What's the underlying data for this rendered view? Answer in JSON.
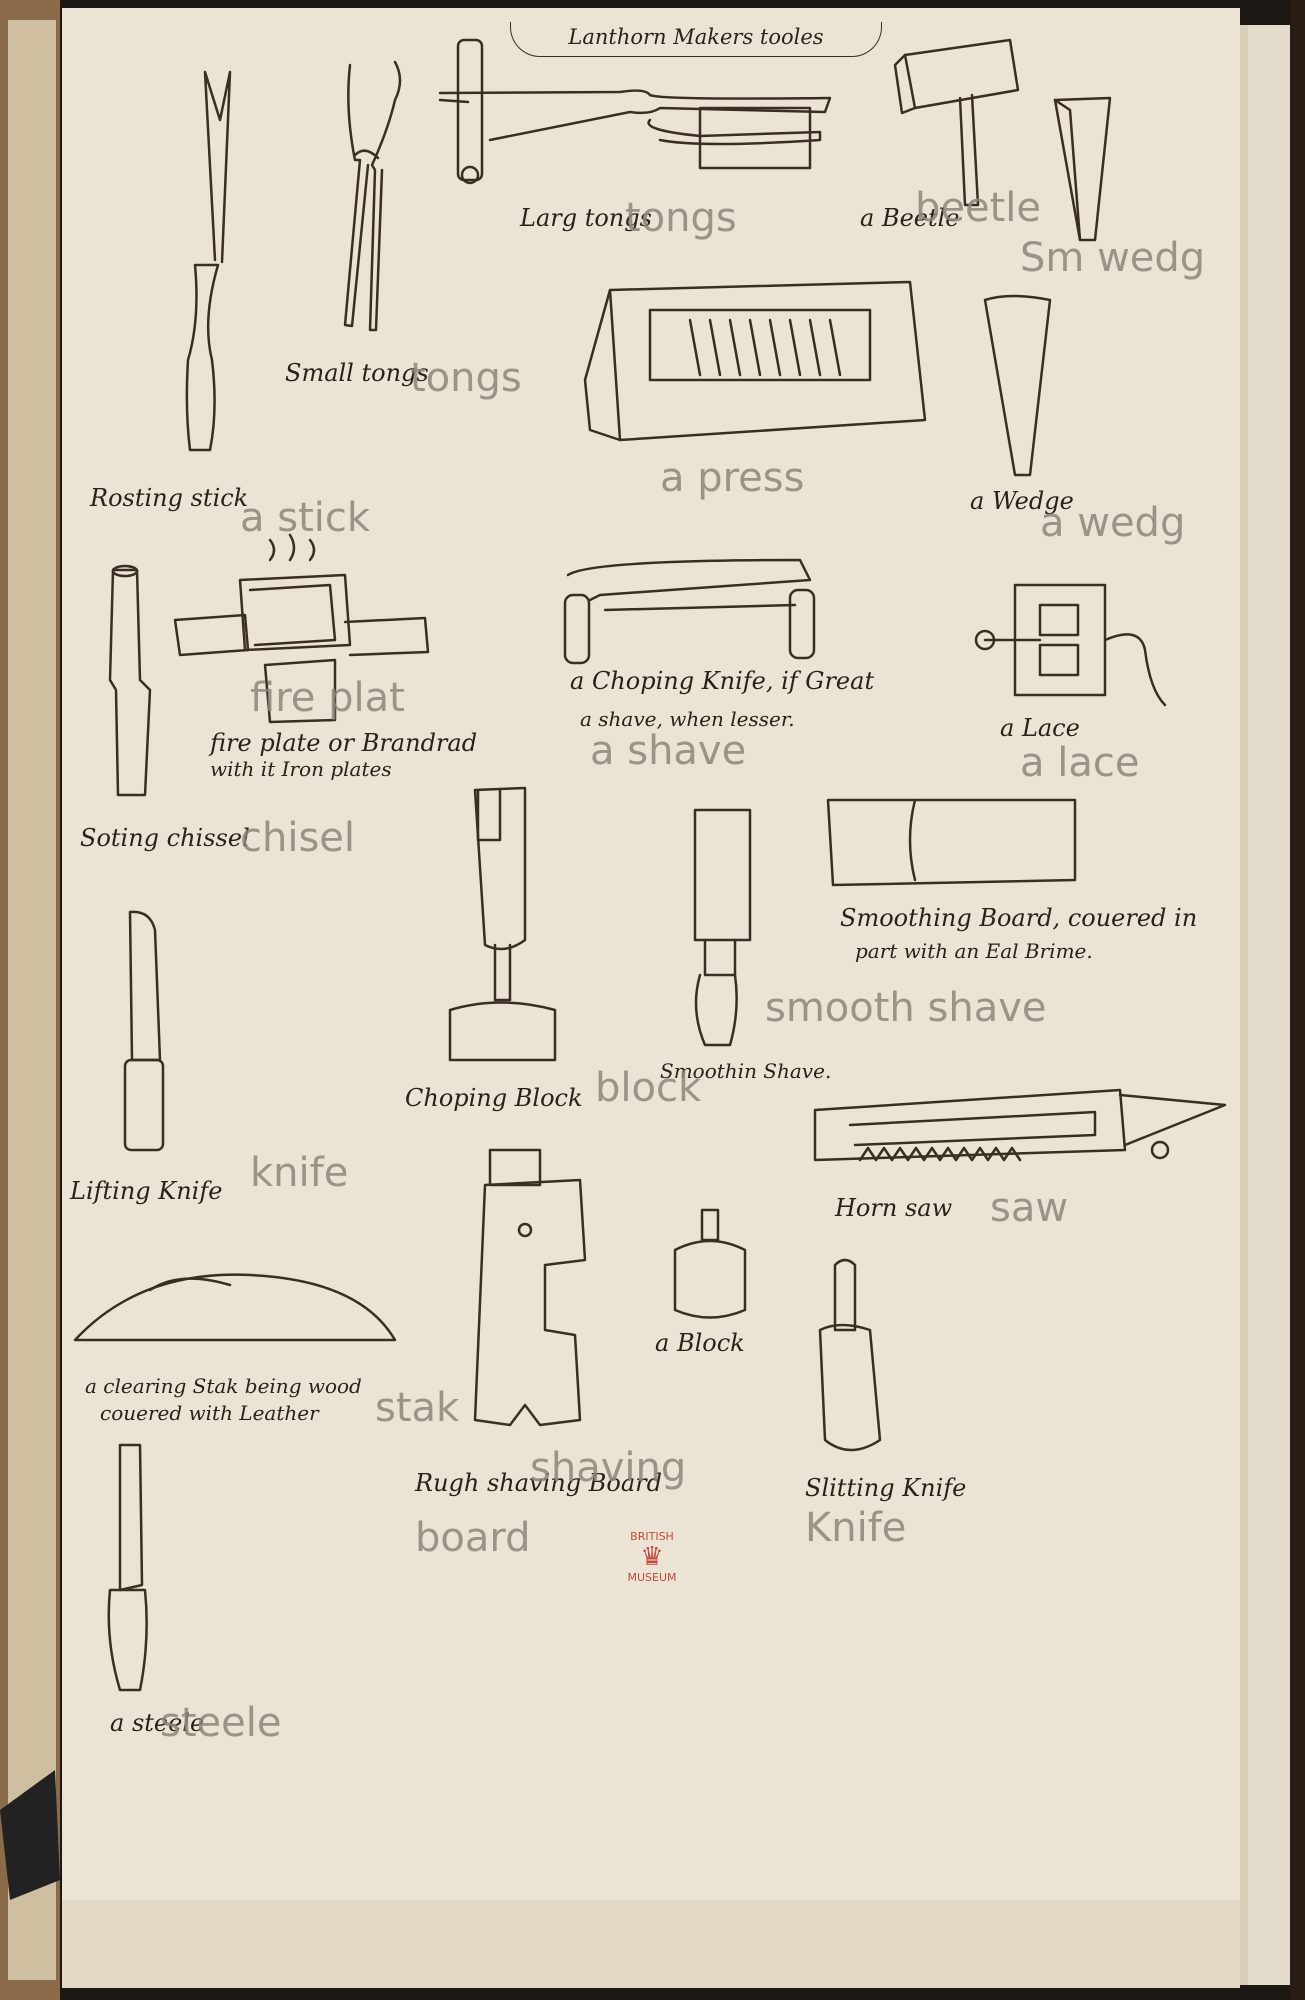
{
  "manuscript": {
    "title": "Lanthorn Makers tooles",
    "labels": {
      "rosting_stick": "Rosting stick",
      "small_tongs": "Small tongs",
      "large_tongs": "Larg tongs",
      "beetle": "a Beetle",
      "wedge": "a Wedge",
      "press": "",
      "fire_plate": "fire plate or Brandrad",
      "fire_plate_2": "with it Iron plates",
      "chopping_knife": "a Choping Knife, if Great",
      "chopping_knife_2": "a shave, when lesser.",
      "lace": "a Lace",
      "soting_chissel": "Soting chissel",
      "smoothing_board": "Smoothing Board, couered in",
      "smoothing_board_2": "part with an Eal Brime.",
      "chopping_block": "Choping Block",
      "smoothing_shave": "Smoothin Shave.",
      "lifting_knife": "Lifting Knife",
      "horn_saw": "Horn saw",
      "block": "a Block",
      "clearing_stake": "a clearing Stak being wood",
      "clearing_stake_2": "couered with Leather",
      "rugh_shaving_board": "Rugh shaving Board",
      "slitting_knife": "Slitting Knife",
      "steele": "a steele"
    },
    "pencil_glosses": {
      "g1": "Sm wedg",
      "g2": "a press",
      "g3": "a stick",
      "g4": "a wedg",
      "g5": "fire plat",
      "g6": "a shave",
      "g7": "a lace",
      "g8": "chisel",
      "g9": "smooth shave",
      "g10": "block",
      "g11": "knife",
      "g12": "saw",
      "g13": "stak",
      "g14": "shaving",
      "g15": "board",
      "g16": "Knife",
      "g17": "steele",
      "g18": "tongs",
      "g19": "tongs",
      "g20": "beetle"
    },
    "stamp": {
      "line1": "BRITISH",
      "line2": "MUSEUM"
    },
    "colors": {
      "paper": "#ebe4d4",
      "ink": "#2a2118",
      "pencil": "#8c8579",
      "stamp": "#c24a3a"
    }
  }
}
